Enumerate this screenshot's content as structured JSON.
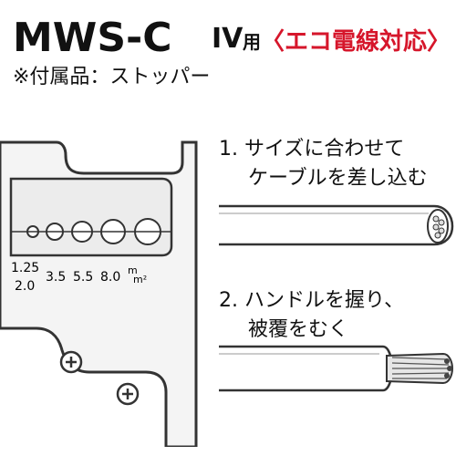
{
  "header": {
    "model": "MWS-C",
    "type_code": "IV",
    "type_suffix": "用",
    "eco_label": "〈エコ電線対応〉"
  },
  "accessory_note": "※付属品：ストッパー",
  "tool_labels": {
    "size_1_25": "1.25",
    "size_2_0": "2.0",
    "size_3_5": "3.5",
    "size_5_5": "5.5",
    "size_8_0": "8.0",
    "unit_m": "m",
    "unit_m2": "m²"
  },
  "steps": [
    {
      "line1": "1. サイズに合わせて",
      "line2": "ケーブルを差し込む"
    },
    {
      "line1": "2. ハンドルを握り、",
      "line2": "被覆をむく"
    }
  ],
  "colors": {
    "eco_red": "#d6162b",
    "cable_fill": "#ffffff",
    "tool_fill": "#f4f4f4",
    "outline": "#333333"
  }
}
